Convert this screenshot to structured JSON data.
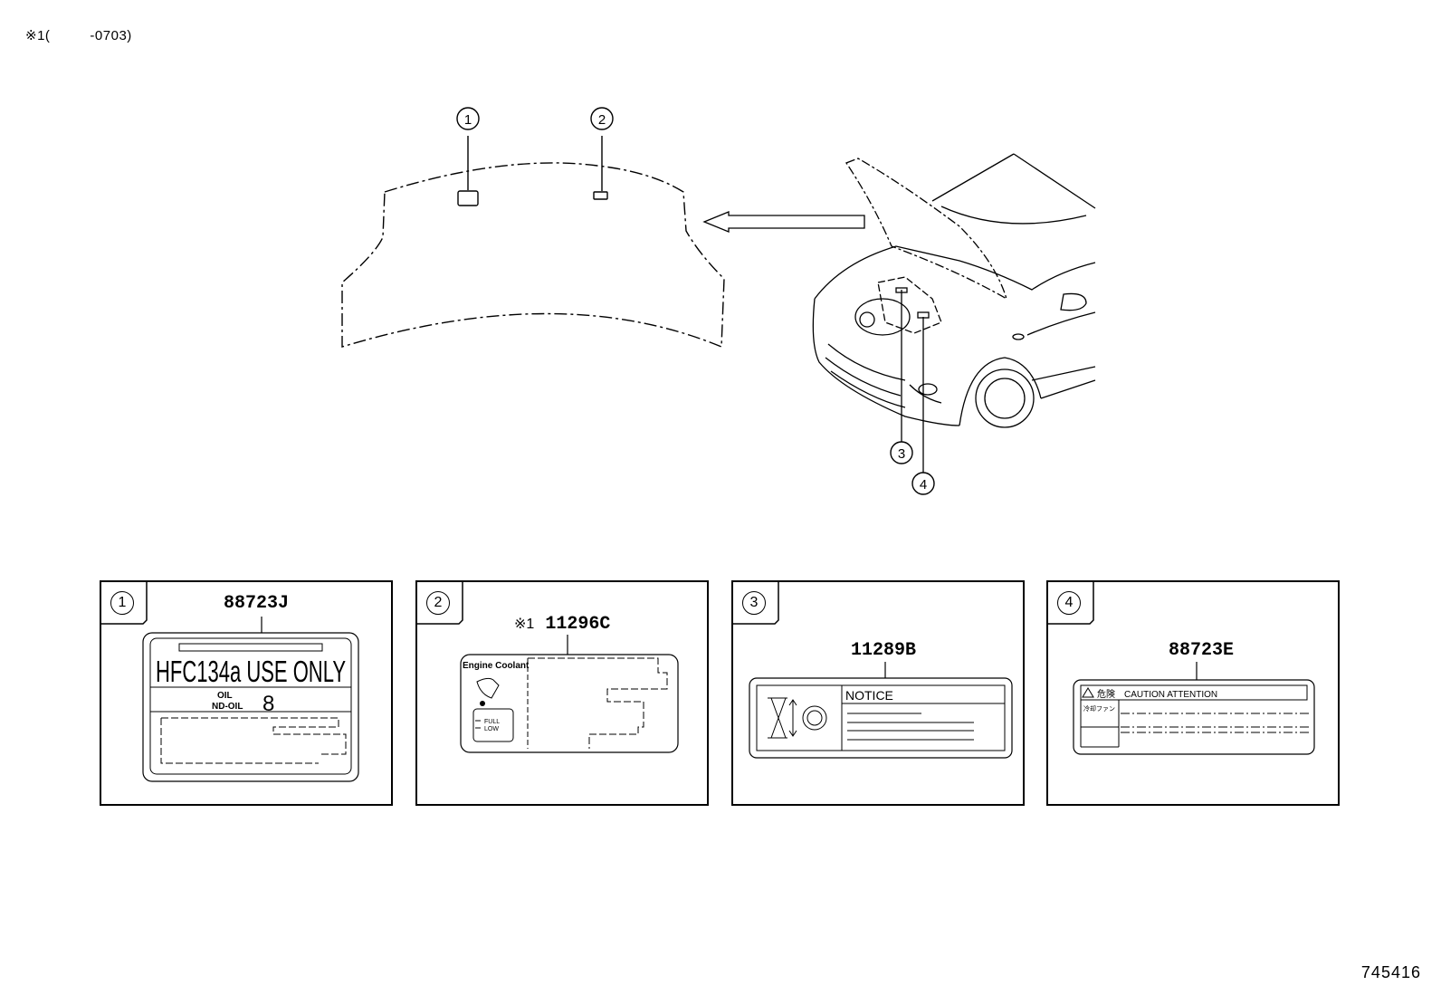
{
  "header_note": {
    "mark": "※1",
    "open": "(",
    "close": "-0703)"
  },
  "diagram_ref": "745416",
  "callouts": [
    "1",
    "2",
    "3",
    "4"
  ],
  "panels": [
    {
      "index": "1",
      "part_number": "88723J",
      "label_text": "HFC134a USE ONLY",
      "oil_line1": "OIL",
      "oil_line2": "ND-OIL",
      "oil_grade": "8"
    },
    {
      "index": "2",
      "mark": "※1",
      "part_number": "11296C",
      "label_text": "Engine Coolant",
      "full_text": "FULL",
      "low_text": "LOW"
    },
    {
      "index": "3",
      "part_number": "11289B",
      "label_text": "NOTICE"
    },
    {
      "index": "4",
      "part_number": "88723E",
      "label_text": "CAUTION  ATTENTION",
      "jp_head": "危険",
      "jp_sub": "冷却ファン"
    }
  ]
}
